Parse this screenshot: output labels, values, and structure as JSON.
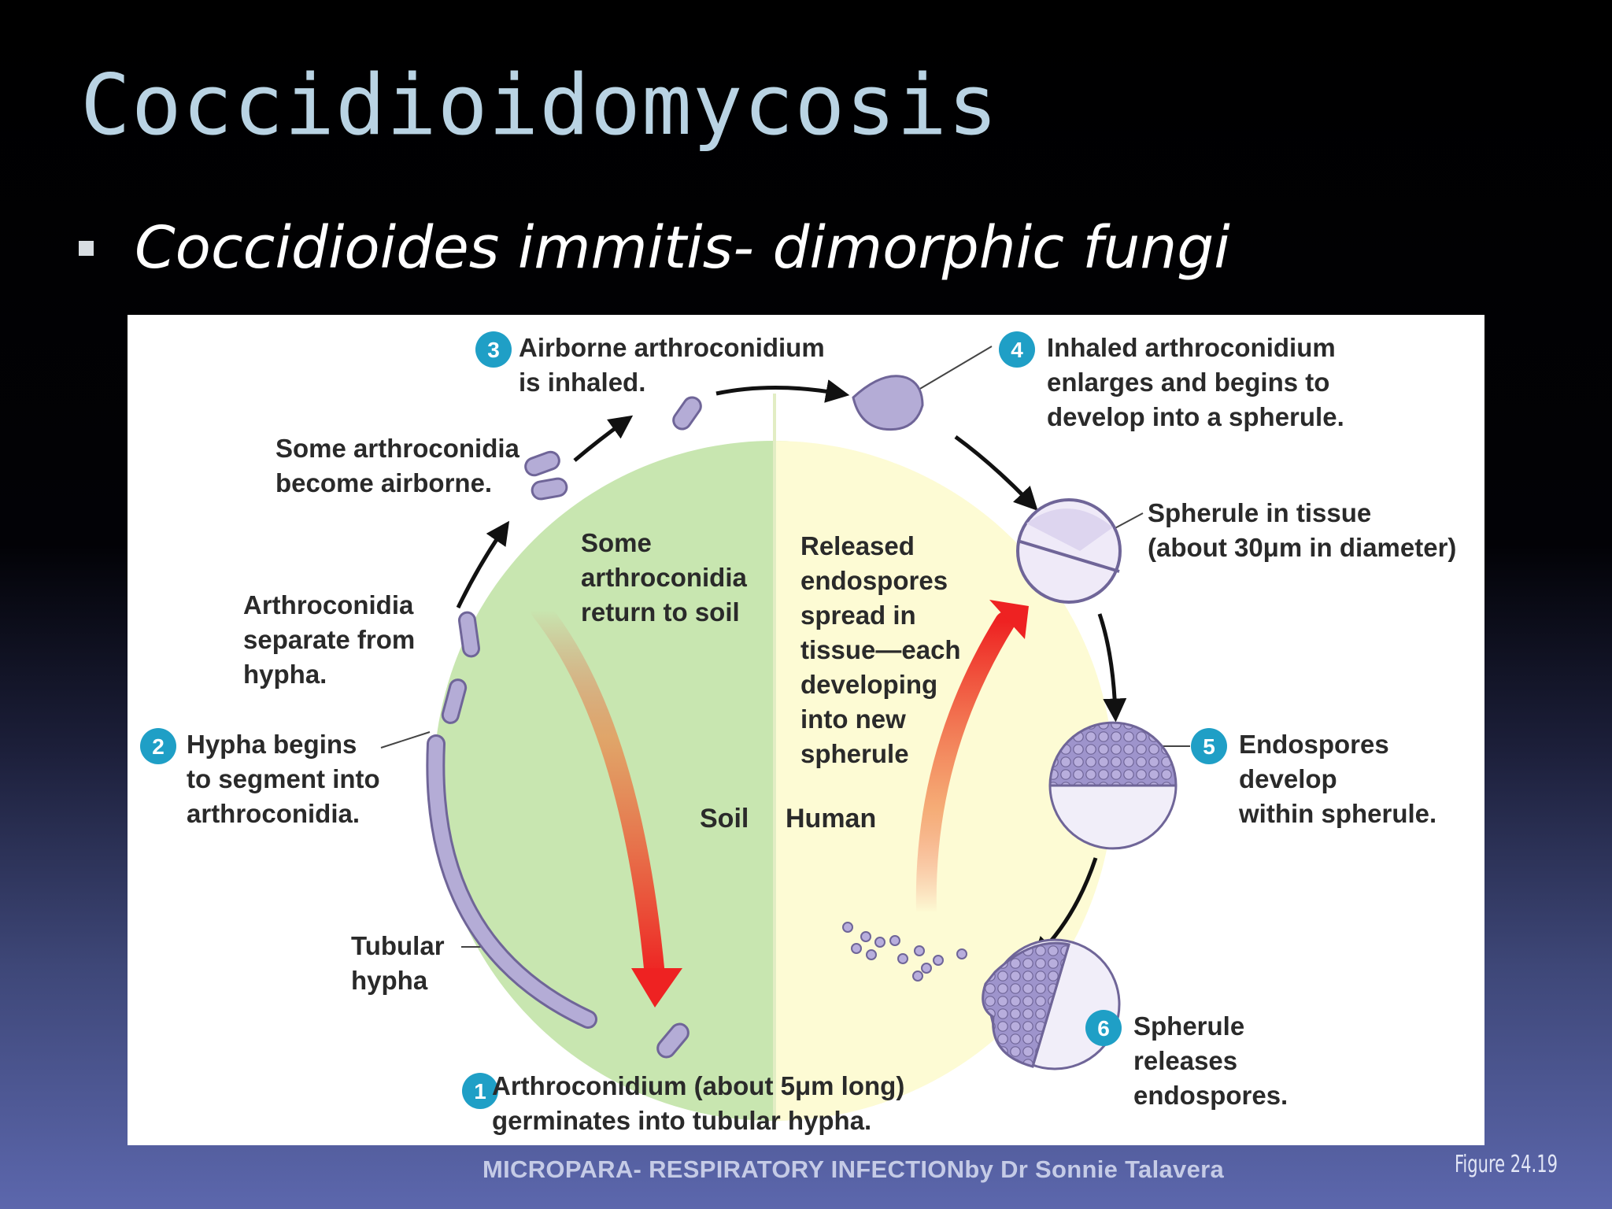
{
  "slide": {
    "title": "Coccidioidomycosis",
    "bullet": "Coccidioides immitis- dimorphic fungi",
    "footer": "MICROPARA- RESPIRATORY INFECTIONby Dr Sonnie Talavera",
    "figure_ref": "Figure 24.19"
  },
  "diagram": {
    "regions": {
      "soil": "Soil",
      "human": "Human"
    },
    "steps": [
      {
        "num": "1",
        "text": "Arthroconidium (about 5μm long)\ngerminates into tubular hypha."
      },
      {
        "num": "2",
        "text": "Hypha begins\nto segment into\narthroconidia."
      },
      {
        "num": "3",
        "text": "Airborne arthroconidium\nis inhaled."
      },
      {
        "num": "4",
        "text": "Inhaled arthroconidium\nenlarges and begins to\ndevelop into a spherule."
      },
      {
        "num": "5",
        "text": "Endospores\ndevelop\nwithin spherule."
      },
      {
        "num": "6",
        "text": "Spherule\nreleases\nendospores."
      }
    ],
    "labels": {
      "separate": "Arthroconidia\nseparate from\nhypha.",
      "airborne": "Some arthroconidia\nbecome airborne.",
      "tubular": "Tubular\nhypha",
      "spherule_tissue": "Spherule in tissue\n(about 30μm in diameter)",
      "return_soil": "Some\narthroconidia\nreturn to soil",
      "released": "Released\nendospores\nspread in\ntissue—each\ndeveloping\ninto new\nspherule"
    },
    "colors": {
      "soil": "#c8e6b0",
      "human": "#fdfbd4",
      "badge": "#1f9fc6",
      "spore": "#b4acd6",
      "red_arrow": "#ee2222"
    }
  }
}
